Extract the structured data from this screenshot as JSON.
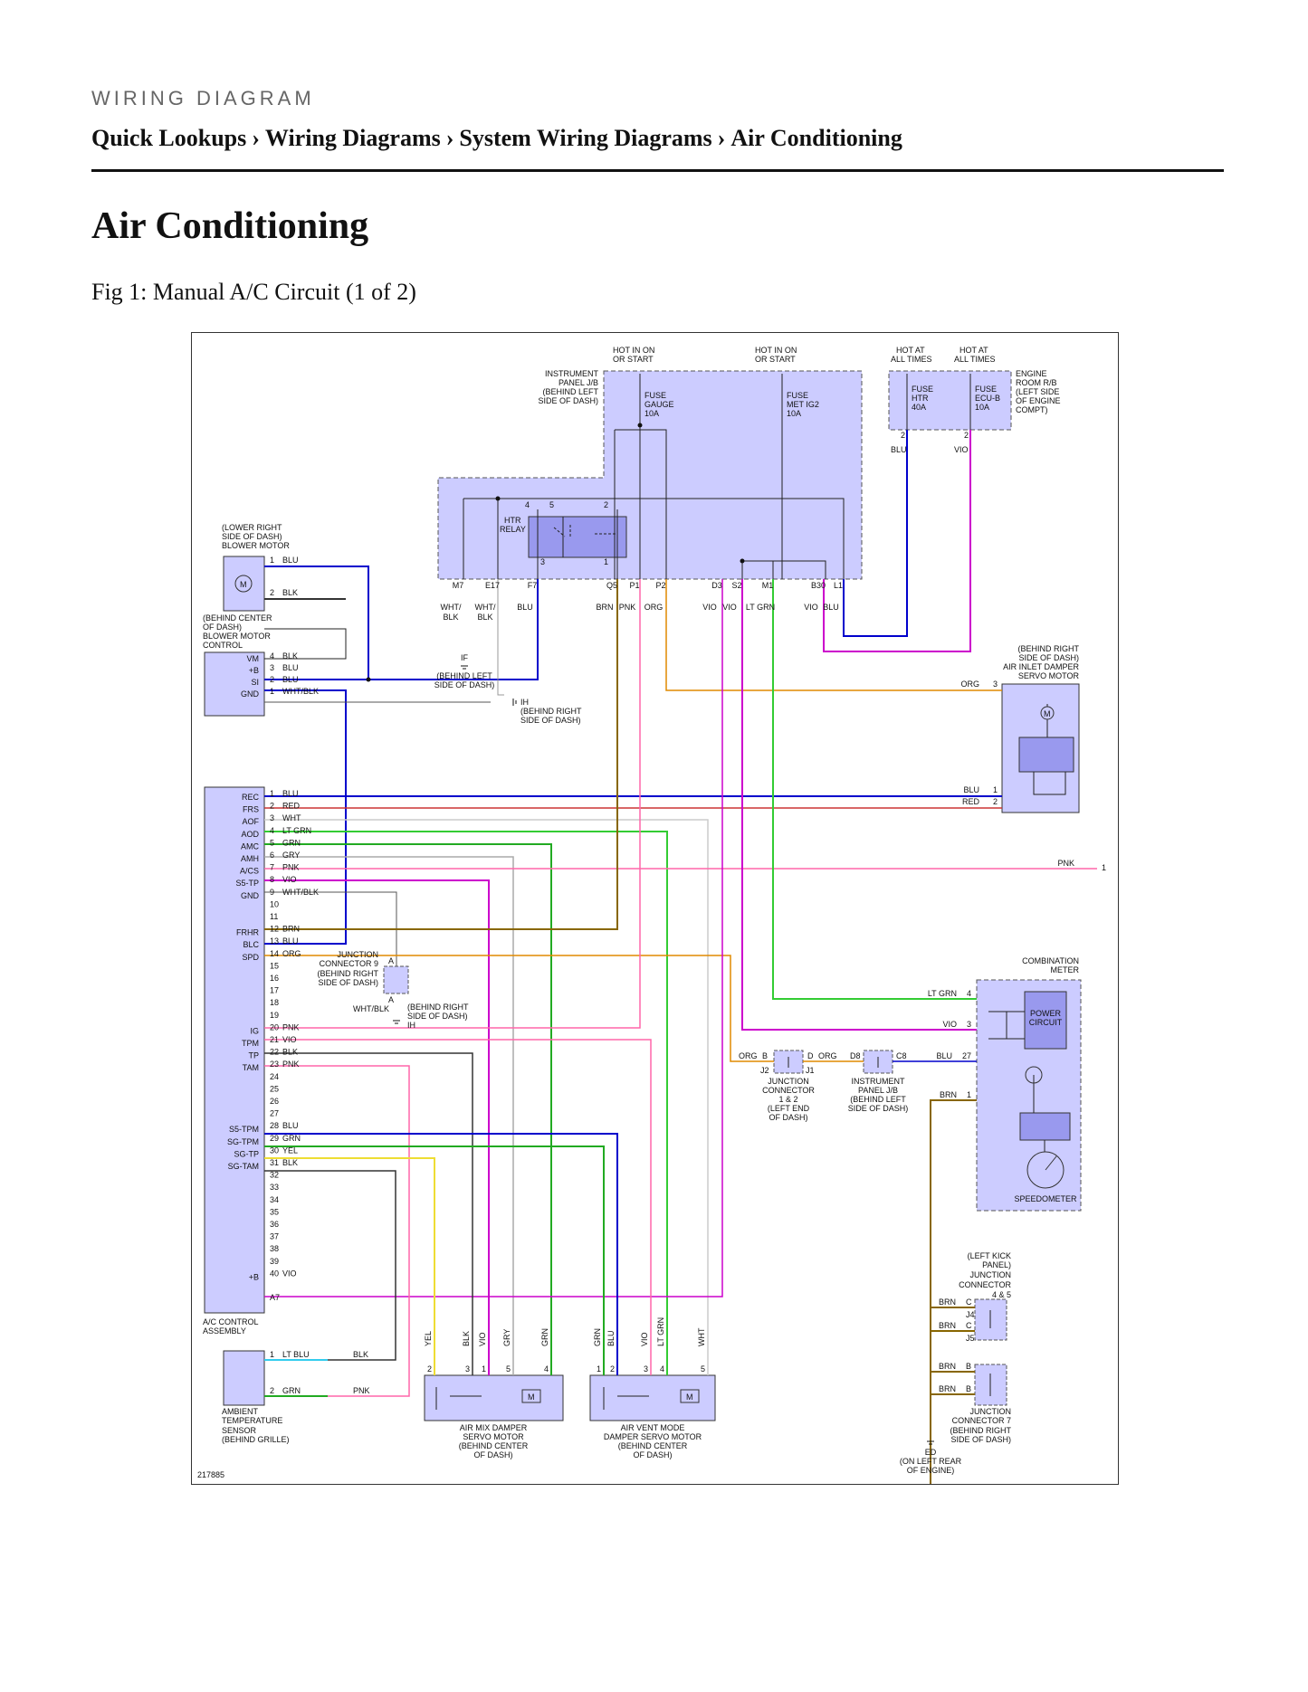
{
  "header": {
    "kicker": "WIRING DIAGRAM",
    "breadcrumbs": [
      "Quick Lookups",
      "Wiring Diagrams",
      "System Wiring Diagrams",
      "Air Conditioning"
    ],
    "separator": "›"
  },
  "page_title": "Air Conditioning",
  "figure_caption": "Fig 1: Manual A/C Circuit (1 of 2)",
  "diagram": {
    "figure_id": "217885",
    "top_labels": {
      "hot_in_on_1": [
        "HOT IN ON",
        "OR START"
      ],
      "hot_in_on_2": [
        "HOT IN ON",
        "OR START"
      ],
      "hot_at_1": [
        "HOT AT",
        "ALL TIMES"
      ],
      "hot_at_2": [
        "HOT AT",
        "ALL TIMES"
      ]
    },
    "instrument_panel_jb": [
      "INSTRUMENT",
      "PANEL J/B",
      "(BEHIND LEFT",
      "SIDE OF DASH)"
    ],
    "engine_room_rb": [
      "ENGINE",
      "ROOM R/B",
      "(LEFT SIDE",
      "OF ENGINE",
      "COMPT)"
    ],
    "fuses": {
      "gauge": [
        "FUSE",
        "GAUGE",
        "10A"
      ],
      "met_ig2": [
        "FUSE",
        "MET IG2",
        "10A"
      ],
      "htr": [
        "FUSE",
        "HTR",
        "40A"
      ],
      "ecu_b": [
        "FUSE",
        "ECU-B",
        "10A"
      ]
    },
    "htr_relay": [
      "HTR",
      "RELAY"
    ],
    "relay_pins": [
      "4",
      "5",
      "2",
      "3",
      "1"
    ],
    "fuse_pins": [
      "2",
      "2"
    ],
    "fuse_wires": [
      "BLU",
      "VIO"
    ],
    "jb_connectors": [
      "M7",
      "E17",
      "F7",
      "Q5",
      "P1",
      "P2",
      "D3",
      "S2",
      "M1",
      "B30",
      "L1"
    ],
    "jb_wire_colors": [
      "WHT/\nBLK",
      "WHT/\nBLK",
      "BLU",
      "BRN",
      "PNK",
      "ORG",
      "VIO",
      "VIO",
      "LT GRN",
      "VIO",
      "BLU"
    ],
    "blower_motor": [
      "(LOWER RIGHT",
      "SIDE OF DASH)",
      "BLOWER MOTOR"
    ],
    "blower_pins": [
      {
        "pin": "1",
        "color": "BLU"
      },
      {
        "pin": "2",
        "color": "BLK"
      }
    ],
    "blower_control": [
      "(BEHIND CENTER",
      "OF DASH)",
      "BLOWER MOTOR",
      "CONTROL"
    ],
    "blower_control_pins": [
      {
        "name": "VM",
        "pin": "4",
        "color": "BLK"
      },
      {
        "name": "+B",
        "pin": "3",
        "color": "BLU"
      },
      {
        "name": "SI",
        "pin": "2",
        "color": "BLU"
      },
      {
        "name": "GND",
        "pin": "1",
        "color": "WHT/BLK"
      }
    ],
    "ground_if": [
      "IF",
      "(BEHIND LEFT",
      "SIDE OF DASH)"
    ],
    "ground_ih": [
      "IH",
      "(BEHIND RIGHT",
      "SIDE OF DASH)"
    ],
    "air_inlet": [
      "(BEHIND RIGHT",
      "SIDE OF DASH)",
      "AIR INLET DAMPER",
      "SERVO MOTOR"
    ],
    "air_inlet_pins": [
      {
        "color": "ORG",
        "pin": "3"
      },
      {
        "color": "BLU",
        "pin": "1"
      },
      {
        "color": "RED",
        "pin": "2"
      }
    ],
    "ac_control_label": [
      "A/C CONTROL",
      "ASSEMBLY"
    ],
    "ac_pins": [
      {
        "name": "REC",
        "pin": "1",
        "color": "BLU"
      },
      {
        "name": "FRS",
        "pin": "2",
        "color": "RED"
      },
      {
        "name": "AOF",
        "pin": "3",
        "color": "WHT"
      },
      {
        "name": "AOD",
        "pin": "4",
        "color": "LT GRN"
      },
      {
        "name": "AMC",
        "pin": "5",
        "color": "GRN"
      },
      {
        "name": "AMH",
        "pin": "6",
        "color": "GRY"
      },
      {
        "name": "A/CS",
        "pin": "7",
        "color": "PNK"
      },
      {
        "name": "S5-TP",
        "pin": "8",
        "color": "VIO"
      },
      {
        "name": "GND",
        "pin": "9",
        "color": "WHT/BLK"
      },
      {
        "name": "",
        "pin": "10",
        "color": ""
      },
      {
        "name": "",
        "pin": "11",
        "color": ""
      },
      {
        "name": "FRHR",
        "pin": "12",
        "color": "BRN"
      },
      {
        "name": "BLC",
        "pin": "13",
        "color": "BLU"
      },
      {
        "name": "SPD",
        "pin": "14",
        "color": "ORG"
      },
      {
        "name": "",
        "pin": "15",
        "color": ""
      },
      {
        "name": "",
        "pin": "16",
        "color": ""
      },
      {
        "name": "",
        "pin": "17",
        "color": ""
      },
      {
        "name": "",
        "pin": "18",
        "color": ""
      },
      {
        "name": "",
        "pin": "19",
        "color": ""
      },
      {
        "name": "IG",
        "pin": "20",
        "color": "PNK"
      },
      {
        "name": "TPM",
        "pin": "21",
        "color": "VIO"
      },
      {
        "name": "TP",
        "pin": "22",
        "color": "BLK"
      },
      {
        "name": "TAM",
        "pin": "23",
        "color": "PNK"
      },
      {
        "name": "",
        "pin": "24",
        "color": ""
      },
      {
        "name": "",
        "pin": "25",
        "color": ""
      },
      {
        "name": "",
        "pin": "26",
        "color": ""
      },
      {
        "name": "",
        "pin": "27",
        "color": ""
      },
      {
        "name": "S5-TPM",
        "pin": "28",
        "color": "BLU"
      },
      {
        "name": "SG-TPM",
        "pin": "29",
        "color": "GRN"
      },
      {
        "name": "SG-TP",
        "pin": "30",
        "color": "YEL"
      },
      {
        "name": "SG-TAM",
        "pin": "31",
        "color": "BLK"
      },
      {
        "name": "",
        "pin": "32",
        "color": ""
      },
      {
        "name": "",
        "pin": "33",
        "color": ""
      },
      {
        "name": "",
        "pin": "34",
        "color": ""
      },
      {
        "name": "",
        "pin": "35",
        "color": ""
      },
      {
        "name": "",
        "pin": "36",
        "color": ""
      },
      {
        "name": "",
        "pin": "37",
        "color": ""
      },
      {
        "name": "",
        "pin": "38",
        "color": ""
      },
      {
        "name": "",
        "pin": "39",
        "color": ""
      },
      {
        "name": "+B",
        "pin": "40",
        "color": "VIO"
      }
    ],
    "ac_extra_pin": "A7",
    "pnk_far_right": {
      "color": "PNK",
      "pin": "1"
    },
    "junction_9": [
      "JUNCTION",
      "CONNECTOR 9",
      "(BEHIND RIGHT",
      "SIDE OF DASH)"
    ],
    "junction_9_pins": [
      "A",
      "A"
    ],
    "junction_9_wire": "WHT/BLK",
    "ground_ih2": [
      "(BEHIND RIGHT",
      "SIDE OF DASH)",
      "IH"
    ],
    "combination_meter": [
      "COMBINATION",
      "METER"
    ],
    "power_circuit": [
      "POWER",
      "CIRCUIT"
    ],
    "meter_pins": [
      {
        "color": "LT GRN",
        "pin": "4"
      },
      {
        "color": "VIO",
        "pin": "3"
      },
      {
        "color": "BLU",
        "pin": "27"
      },
      {
        "color": "BRN",
        "pin": "1"
      }
    ],
    "speedometer": "SPEEDOMETER",
    "junction_12": [
      "JUNCTION",
      "CONNECTOR",
      "1 & 2",
      "(LEFT END",
      "OF DASH)"
    ],
    "junction_12_labels": {
      "org1": "ORG",
      "b": "B",
      "d": "D",
      "org2": "ORG",
      "j2": "J2",
      "j1": "J1"
    },
    "ip_jb_d8": [
      "INSTRUMENT",
      "PANEL J/B",
      "(BEHIND LEFT",
      "SIDE OF DASH)"
    ],
    "ip_jb_d8_labels": {
      "d8": "D8",
      "c8": "C8"
    },
    "left_kick": [
      "(LEFT KICK",
      "PANEL)",
      "JUNCTION",
      "CONNECTOR",
      "4 & 5"
    ],
    "jc45_labels": {
      "brn1": "BRN",
      "c1": "C",
      "j4": "J4",
      "brn2": "BRN",
      "c2": "C",
      "j5": "J5"
    },
    "jc7_labels": {
      "brn1": "BRN",
      "b1": "B",
      "brn2": "BRN",
      "b2": "B"
    },
    "junction_7": [
      "JUNCTION",
      "CONNECTOR 7",
      "(BEHIND RIGHT",
      "SIDE OF DASH)"
    ],
    "ground_ed": [
      "ED",
      "(ON LEFT REAR",
      "OF ENGINE)"
    ],
    "ambient_sensor": [
      "AMBIENT",
      "TEMPERATURE",
      "SENSOR",
      "(BEHIND GRILLE)"
    ],
    "ambient_pins": [
      {
        "pin": "1",
        "color": "LT BLU",
        "mid": "BLK"
      },
      {
        "pin": "2",
        "color": "GRN",
        "mid": "PNK"
      }
    ],
    "air_mix": [
      "AIR MIX DAMPER",
      "SERVO MOTOR",
      "(BEHIND CENTER",
      "OF DASH)"
    ],
    "air_mix_wires": [
      "YEL",
      "BLK",
      "VIO",
      "GRY",
      "GRN"
    ],
    "air_mix_pins": [
      "2",
      "3",
      "1",
      "5",
      "4"
    ],
    "air_vent": [
      "AIR VENT MODE",
      "DAMPER SERVO MOTOR",
      "(BEHIND CENTER",
      "OF DASH)"
    ],
    "air_vent_wires": [
      "GRN",
      "BLU",
      "VIO",
      "LT GRN",
      "WHT"
    ],
    "air_vent_pins": [
      "1",
      "2",
      "3",
      "4",
      "5"
    ],
    "motor_glyph": "M"
  }
}
